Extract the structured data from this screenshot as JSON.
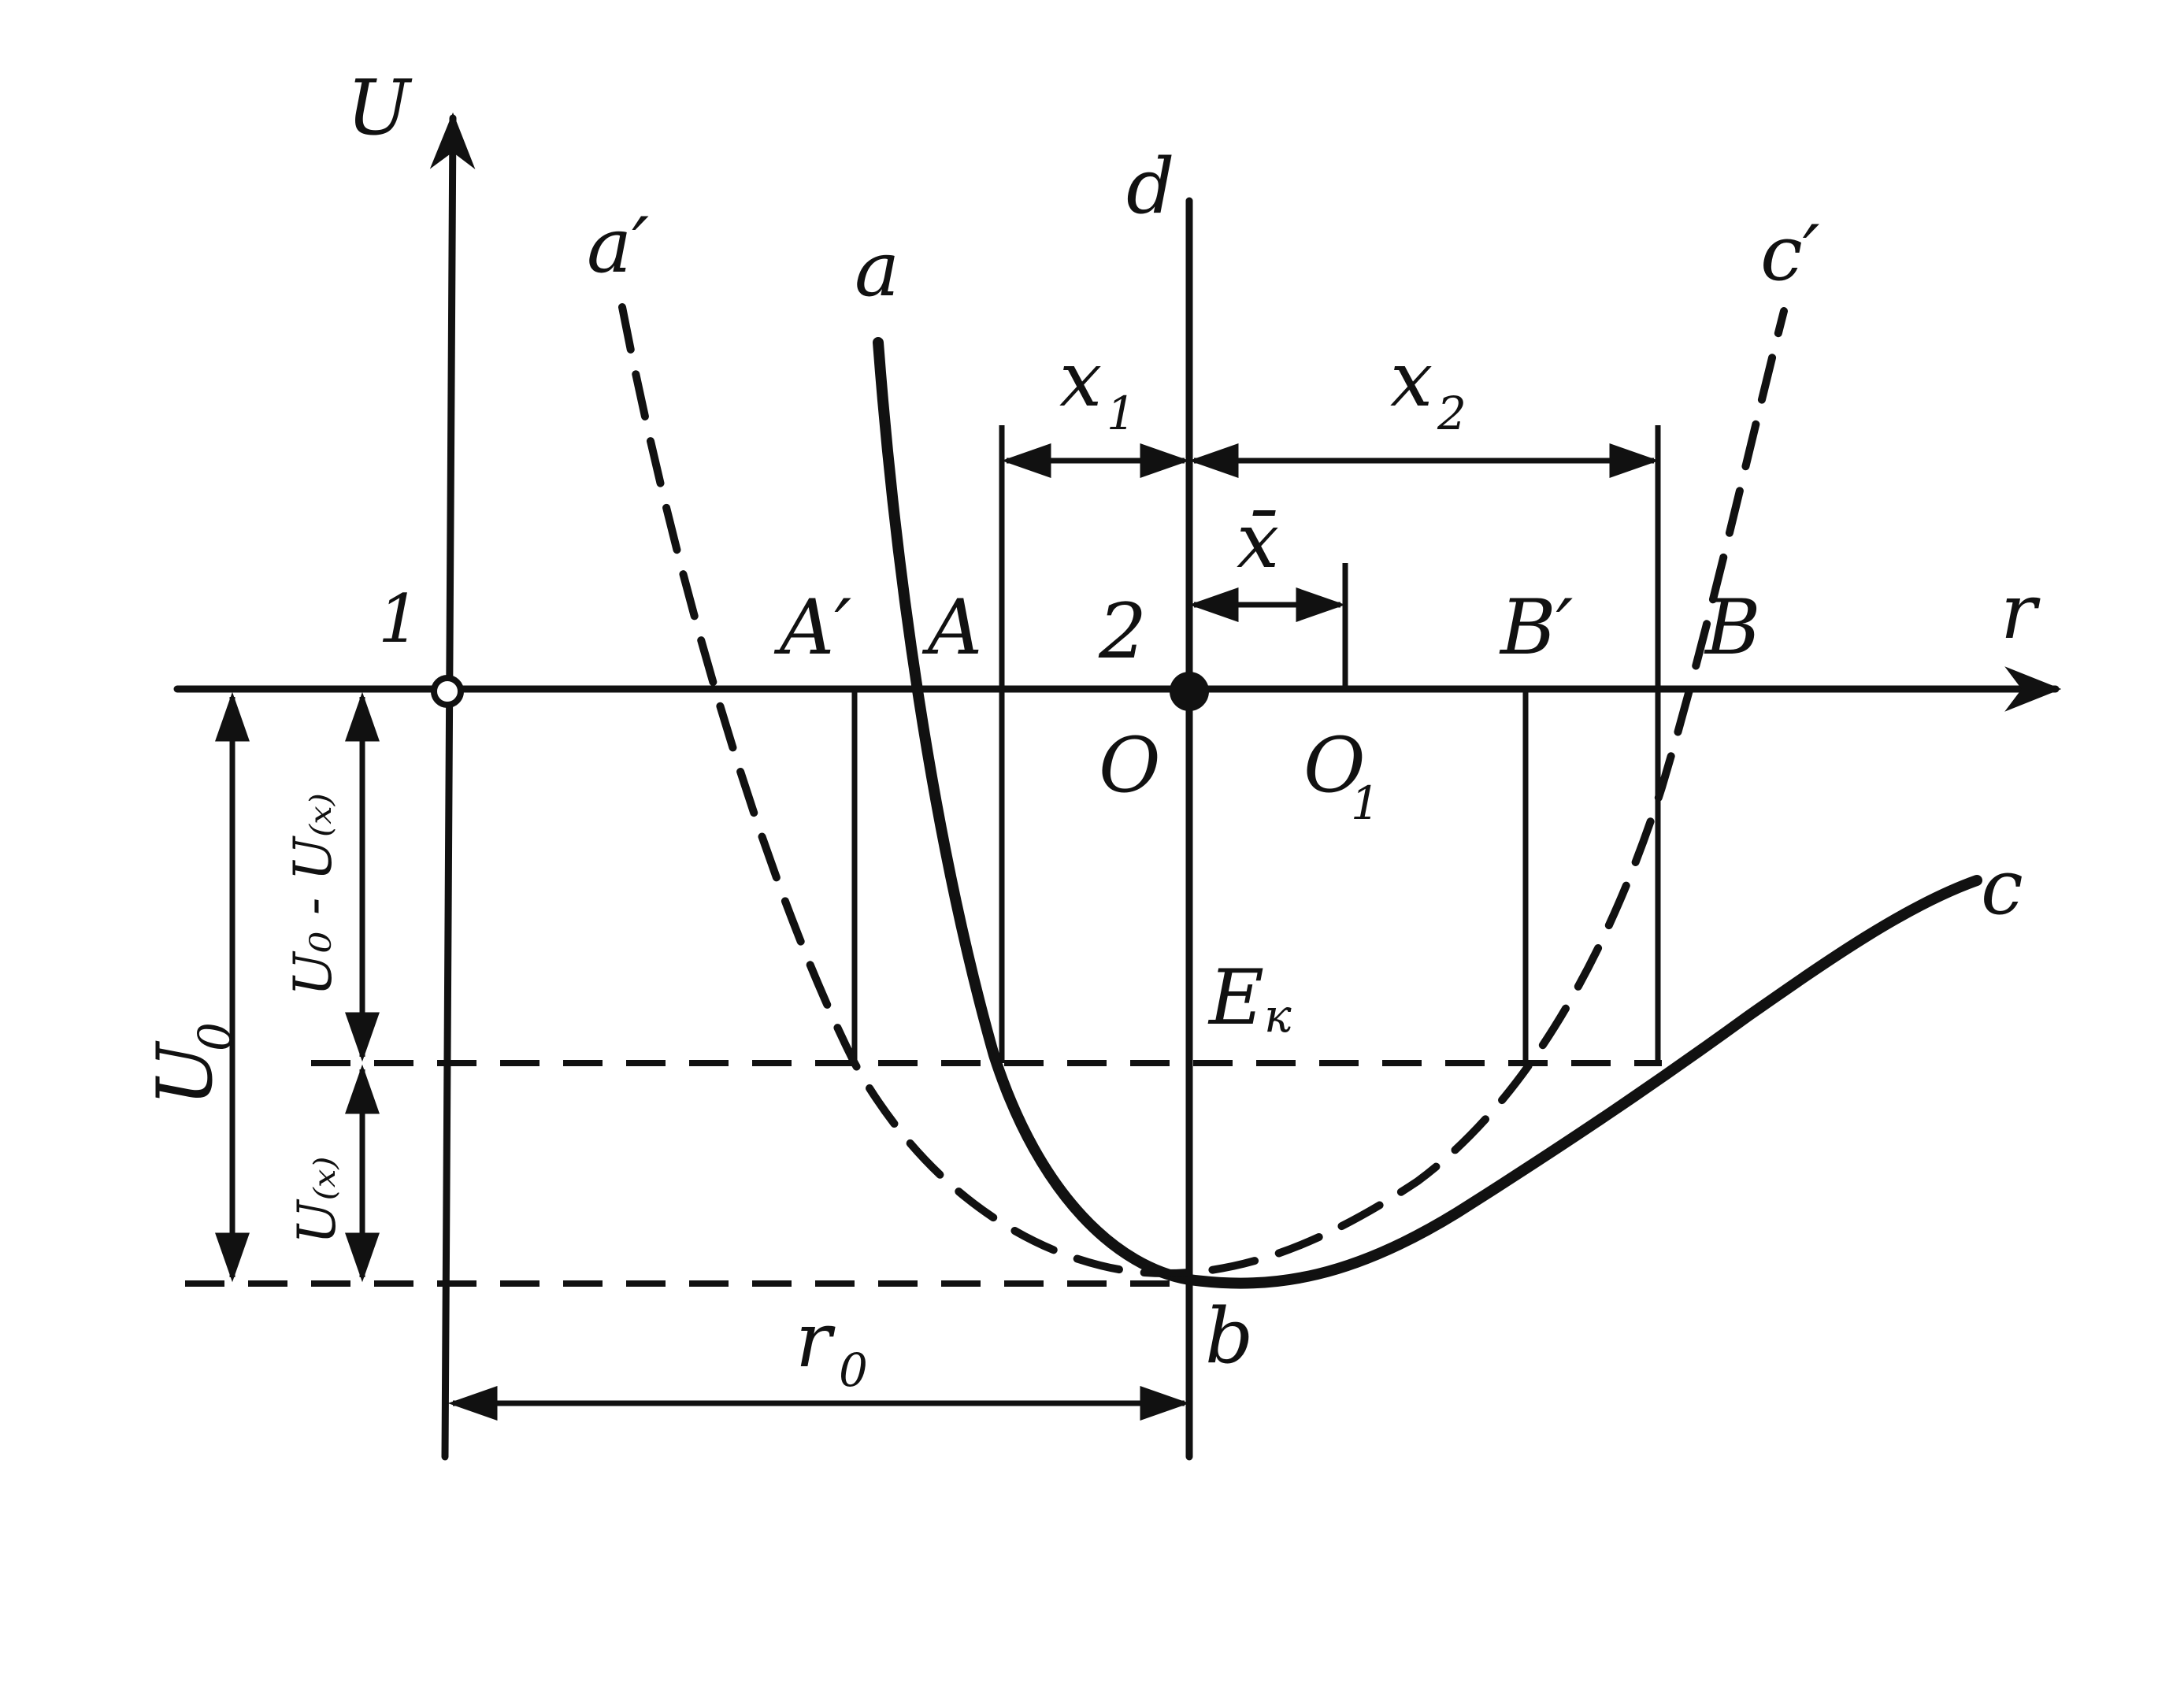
{
  "labels": {
    "axis_u": "U",
    "axis_r": "r",
    "axis_d": "d",
    "curve_a": "a",
    "curve_a_prime": "a′",
    "curve_c": "c",
    "curve_c_prime": "c′",
    "point_b": "b",
    "point_1": "1",
    "point_2": "2",
    "point_A": "A",
    "point_A_prime": "A′",
    "point_B": "B",
    "point_B_prime": "B′",
    "origin_O": "O",
    "origin_O1": "O",
    "origin_O1_sub": "1",
    "x1": "x",
    "x1_sub": "1",
    "x2": "x",
    "x2_sub": "2",
    "x_bar": "x̄",
    "ek": "E",
    "ek_sub": "к",
    "u0": "U",
    "u0_sub": "0",
    "u0_minus_ux": "U₀ - U₍ₓ₎",
    "ux": "U₍ₓ₎",
    "r0": "r",
    "r0_sub": "0"
  }
}
